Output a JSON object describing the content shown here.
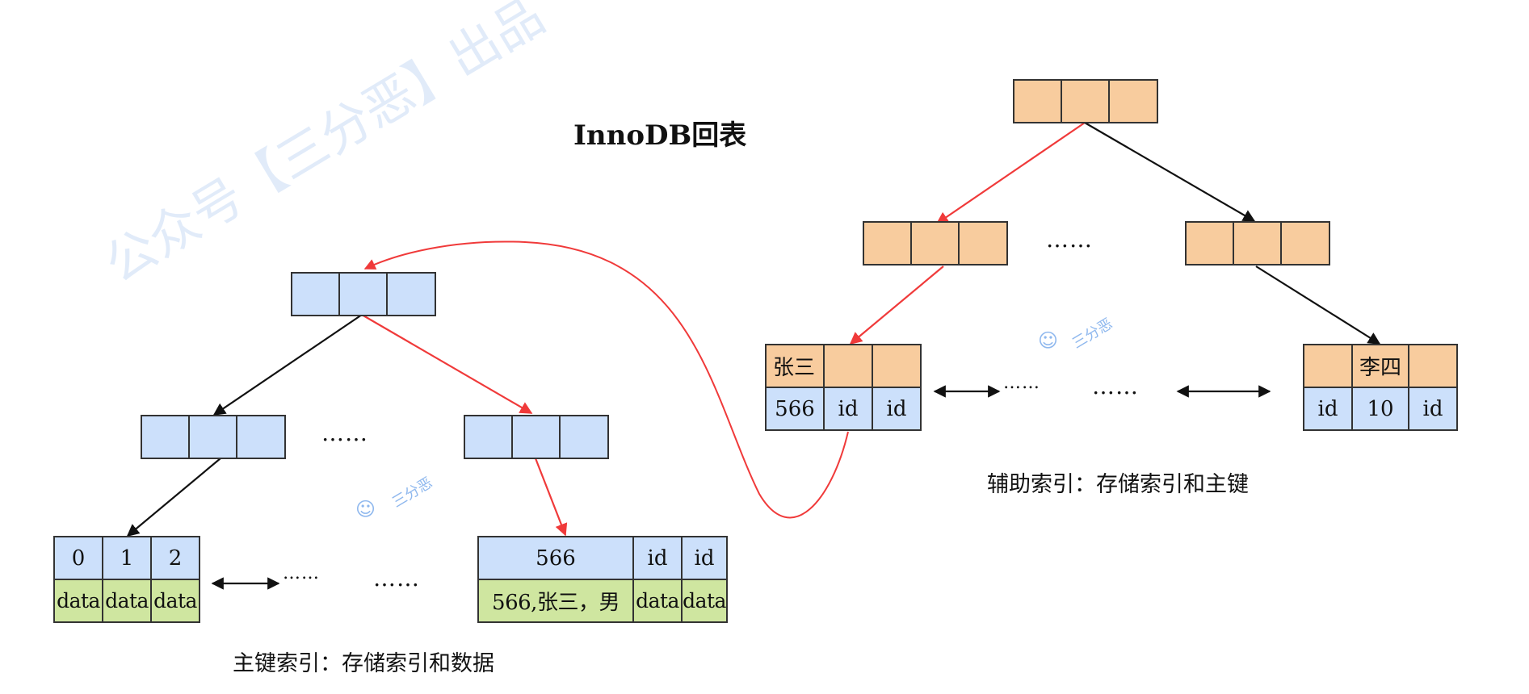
{
  "title": "InnoDB回表",
  "watermark": "公众号【三分恶】出品",
  "watermark_small": "三分恶",
  "primary_index": {
    "caption": "主键索引：存储索引和数据",
    "leaf_left": {
      "keys": [
        "0",
        "1",
        "2"
      ],
      "data": [
        "data",
        "data",
        "data"
      ]
    },
    "leaf_right": {
      "keys": [
        "566",
        "id",
        "id"
      ],
      "data": [
        "566,张三，男",
        "data",
        "data"
      ]
    },
    "ellipsis_mid": "……",
    "ellipsis_leaf_near": "……",
    "ellipsis_leaf_far": "……"
  },
  "secondary_index": {
    "caption": "辅助索引：存储索引和主键",
    "leaf_left": {
      "keys": [
        "张三",
        "",
        ""
      ],
      "pks": [
        "566",
        "id",
        "id"
      ]
    },
    "leaf_right": {
      "keys": [
        "",
        "李四",
        ""
      ],
      "pks": [
        "id",
        "10",
        "id"
      ]
    },
    "ellipsis_mid": "……",
    "ellipsis_leaf_near": "……",
    "ellipsis_leaf_far": "……"
  },
  "colors": {
    "primary_node": "#cce0fb",
    "secondary_node": "#f8cc9e",
    "data_cell": "#cfe6a0",
    "path_highlight": "#f03a3a",
    "edge": "#111111"
  }
}
